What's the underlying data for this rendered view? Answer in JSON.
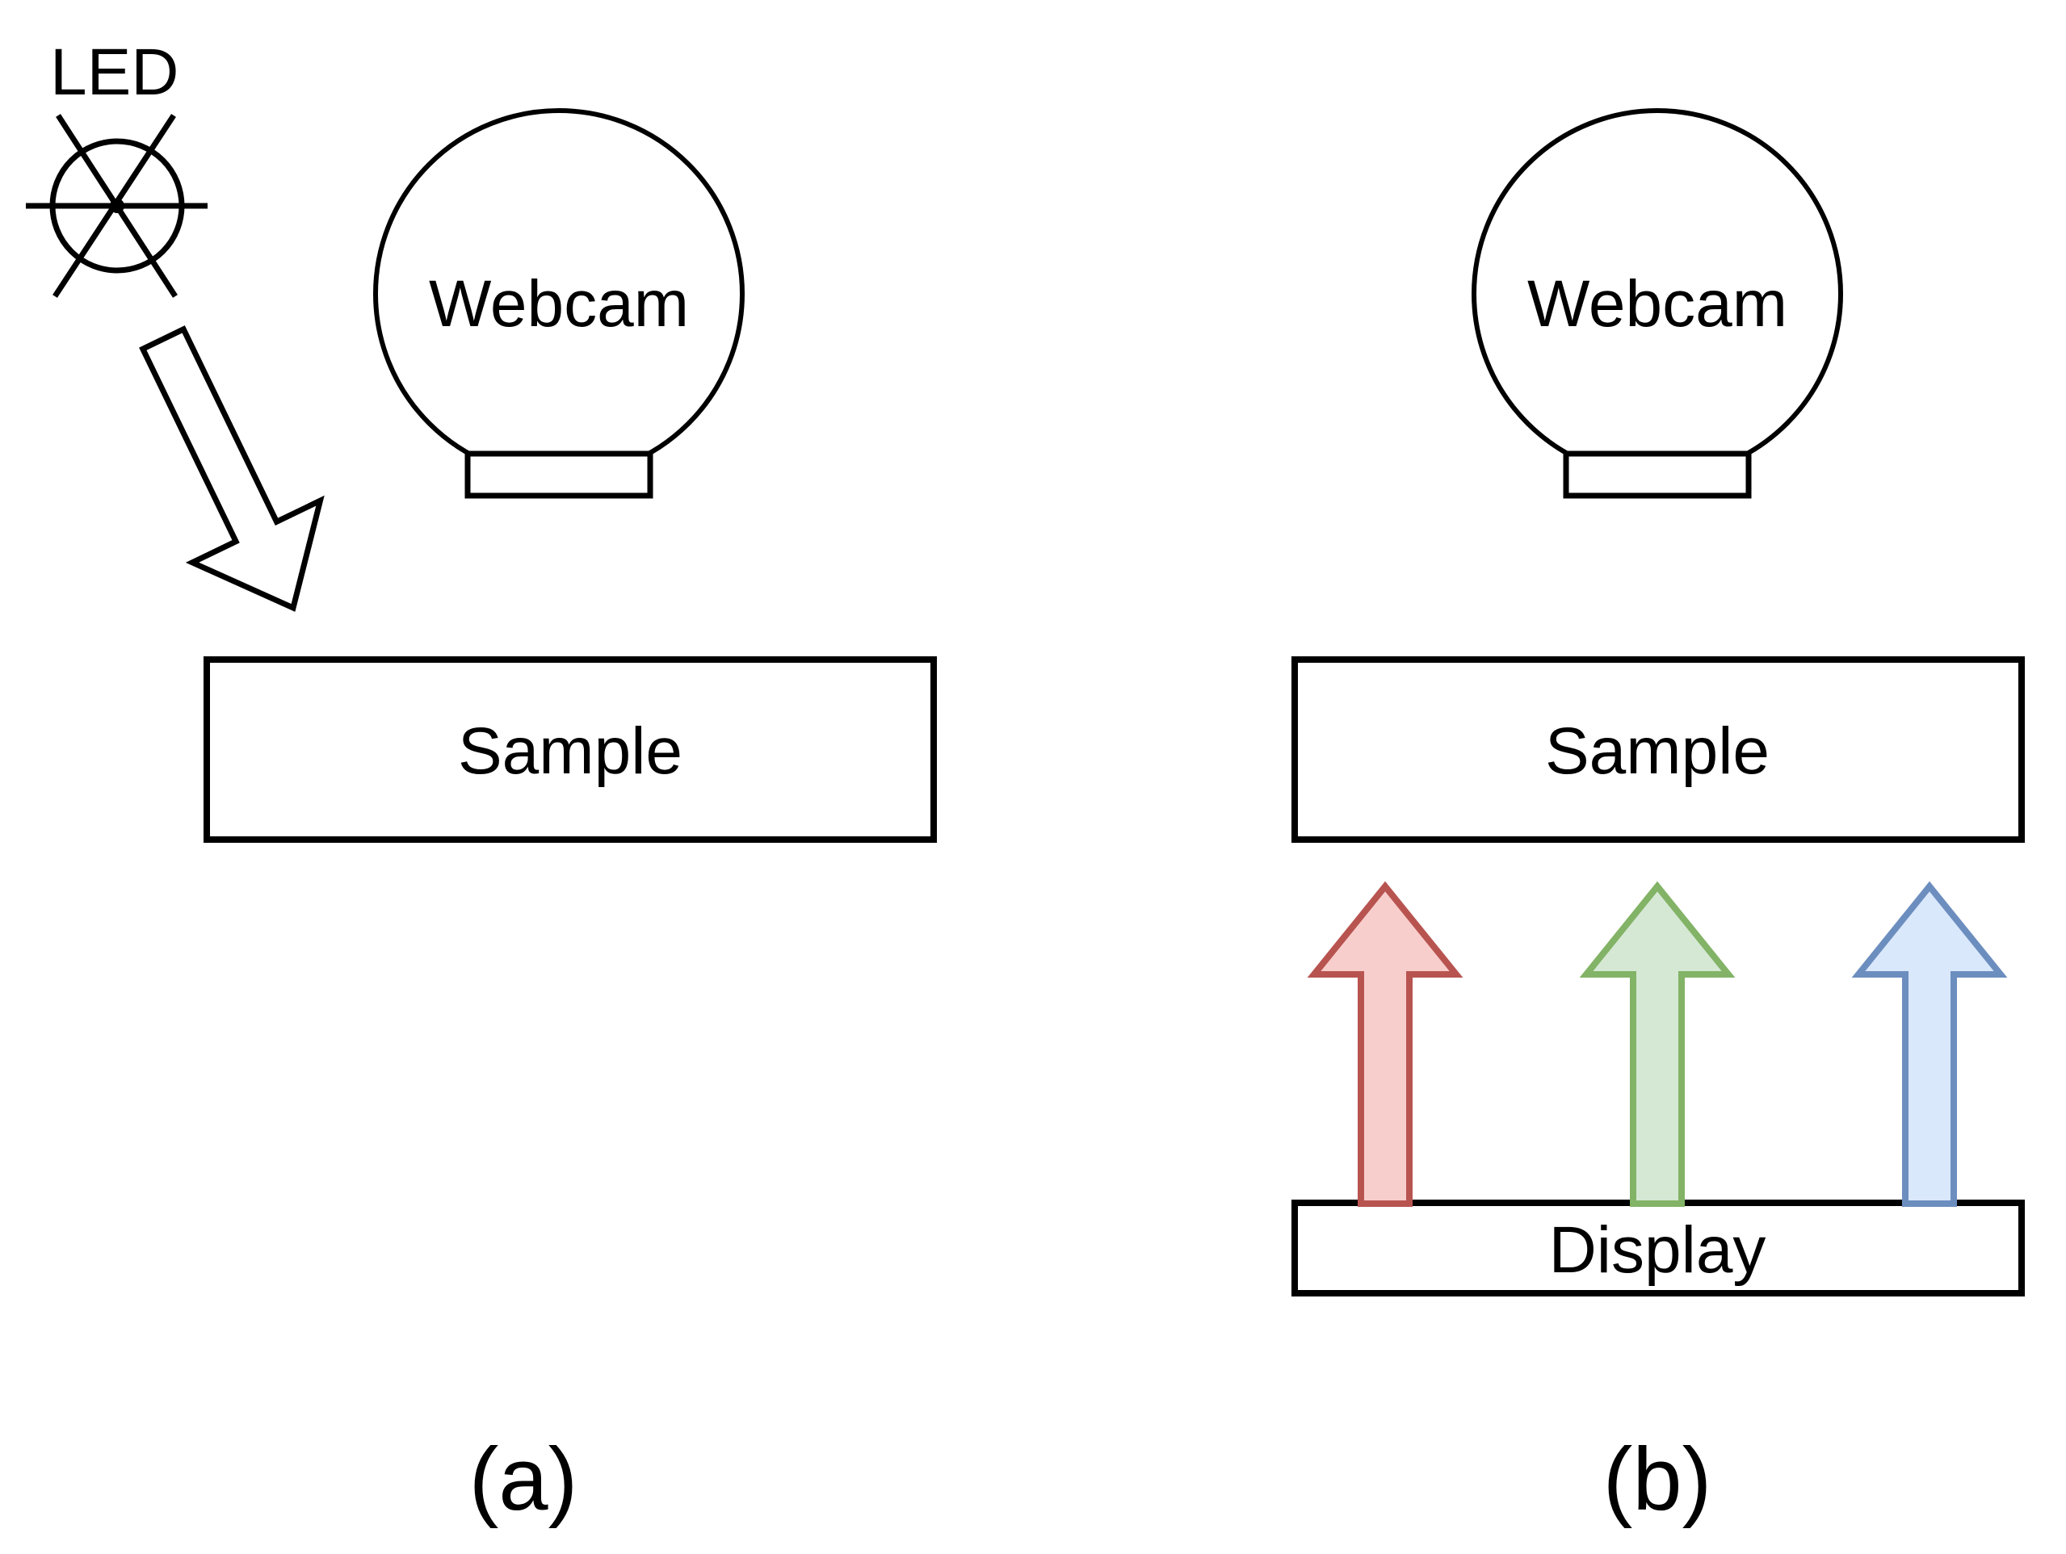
{
  "figure": {
    "background": "#ffffff",
    "line_color": "#000000",
    "panel_a": {
      "label": "(a)",
      "led_label": "LED",
      "webcam_label": "Webcam",
      "sample_label": "Sample"
    },
    "panel_b": {
      "label": "(b)",
      "webcam_label": "Webcam",
      "sample_label": "Sample",
      "display_label": "Display",
      "arrows": [
        {
          "name": "red-light-arrow",
          "fill": "#f8cecc",
          "stroke": "#b85450"
        },
        {
          "name": "green-light-arrow",
          "fill": "#d5e8d4",
          "stroke": "#82b366"
        },
        {
          "name": "blue-light-arrow",
          "fill": "#dae8fc",
          "stroke": "#6c8ebf"
        }
      ]
    }
  }
}
